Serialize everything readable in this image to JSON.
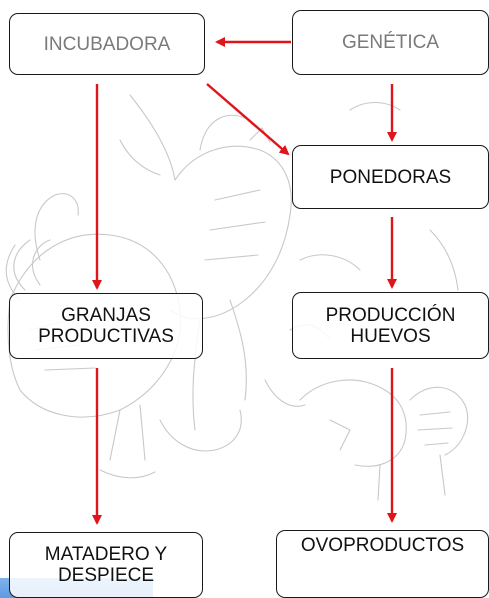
{
  "nodes": {
    "incubadora": "INCUBADORA",
    "genetica": "GENÉTICA",
    "ponedoras": "PONEDORAS",
    "granjas": "GRANJAS\nPRODUCTIVAS",
    "produccion": "PRODUCCIÓN\nHUEVOS",
    "matadero": "MATADERO Y\nDESPIECE",
    "ovoproductos": "OVOPRODUCTOS"
  },
  "colors": {
    "arrow": "#e0141b",
    "box_border": "#1a1a1a",
    "sketch": "#c8c8c8",
    "accent_strip": "#6aa5e6"
  }
}
